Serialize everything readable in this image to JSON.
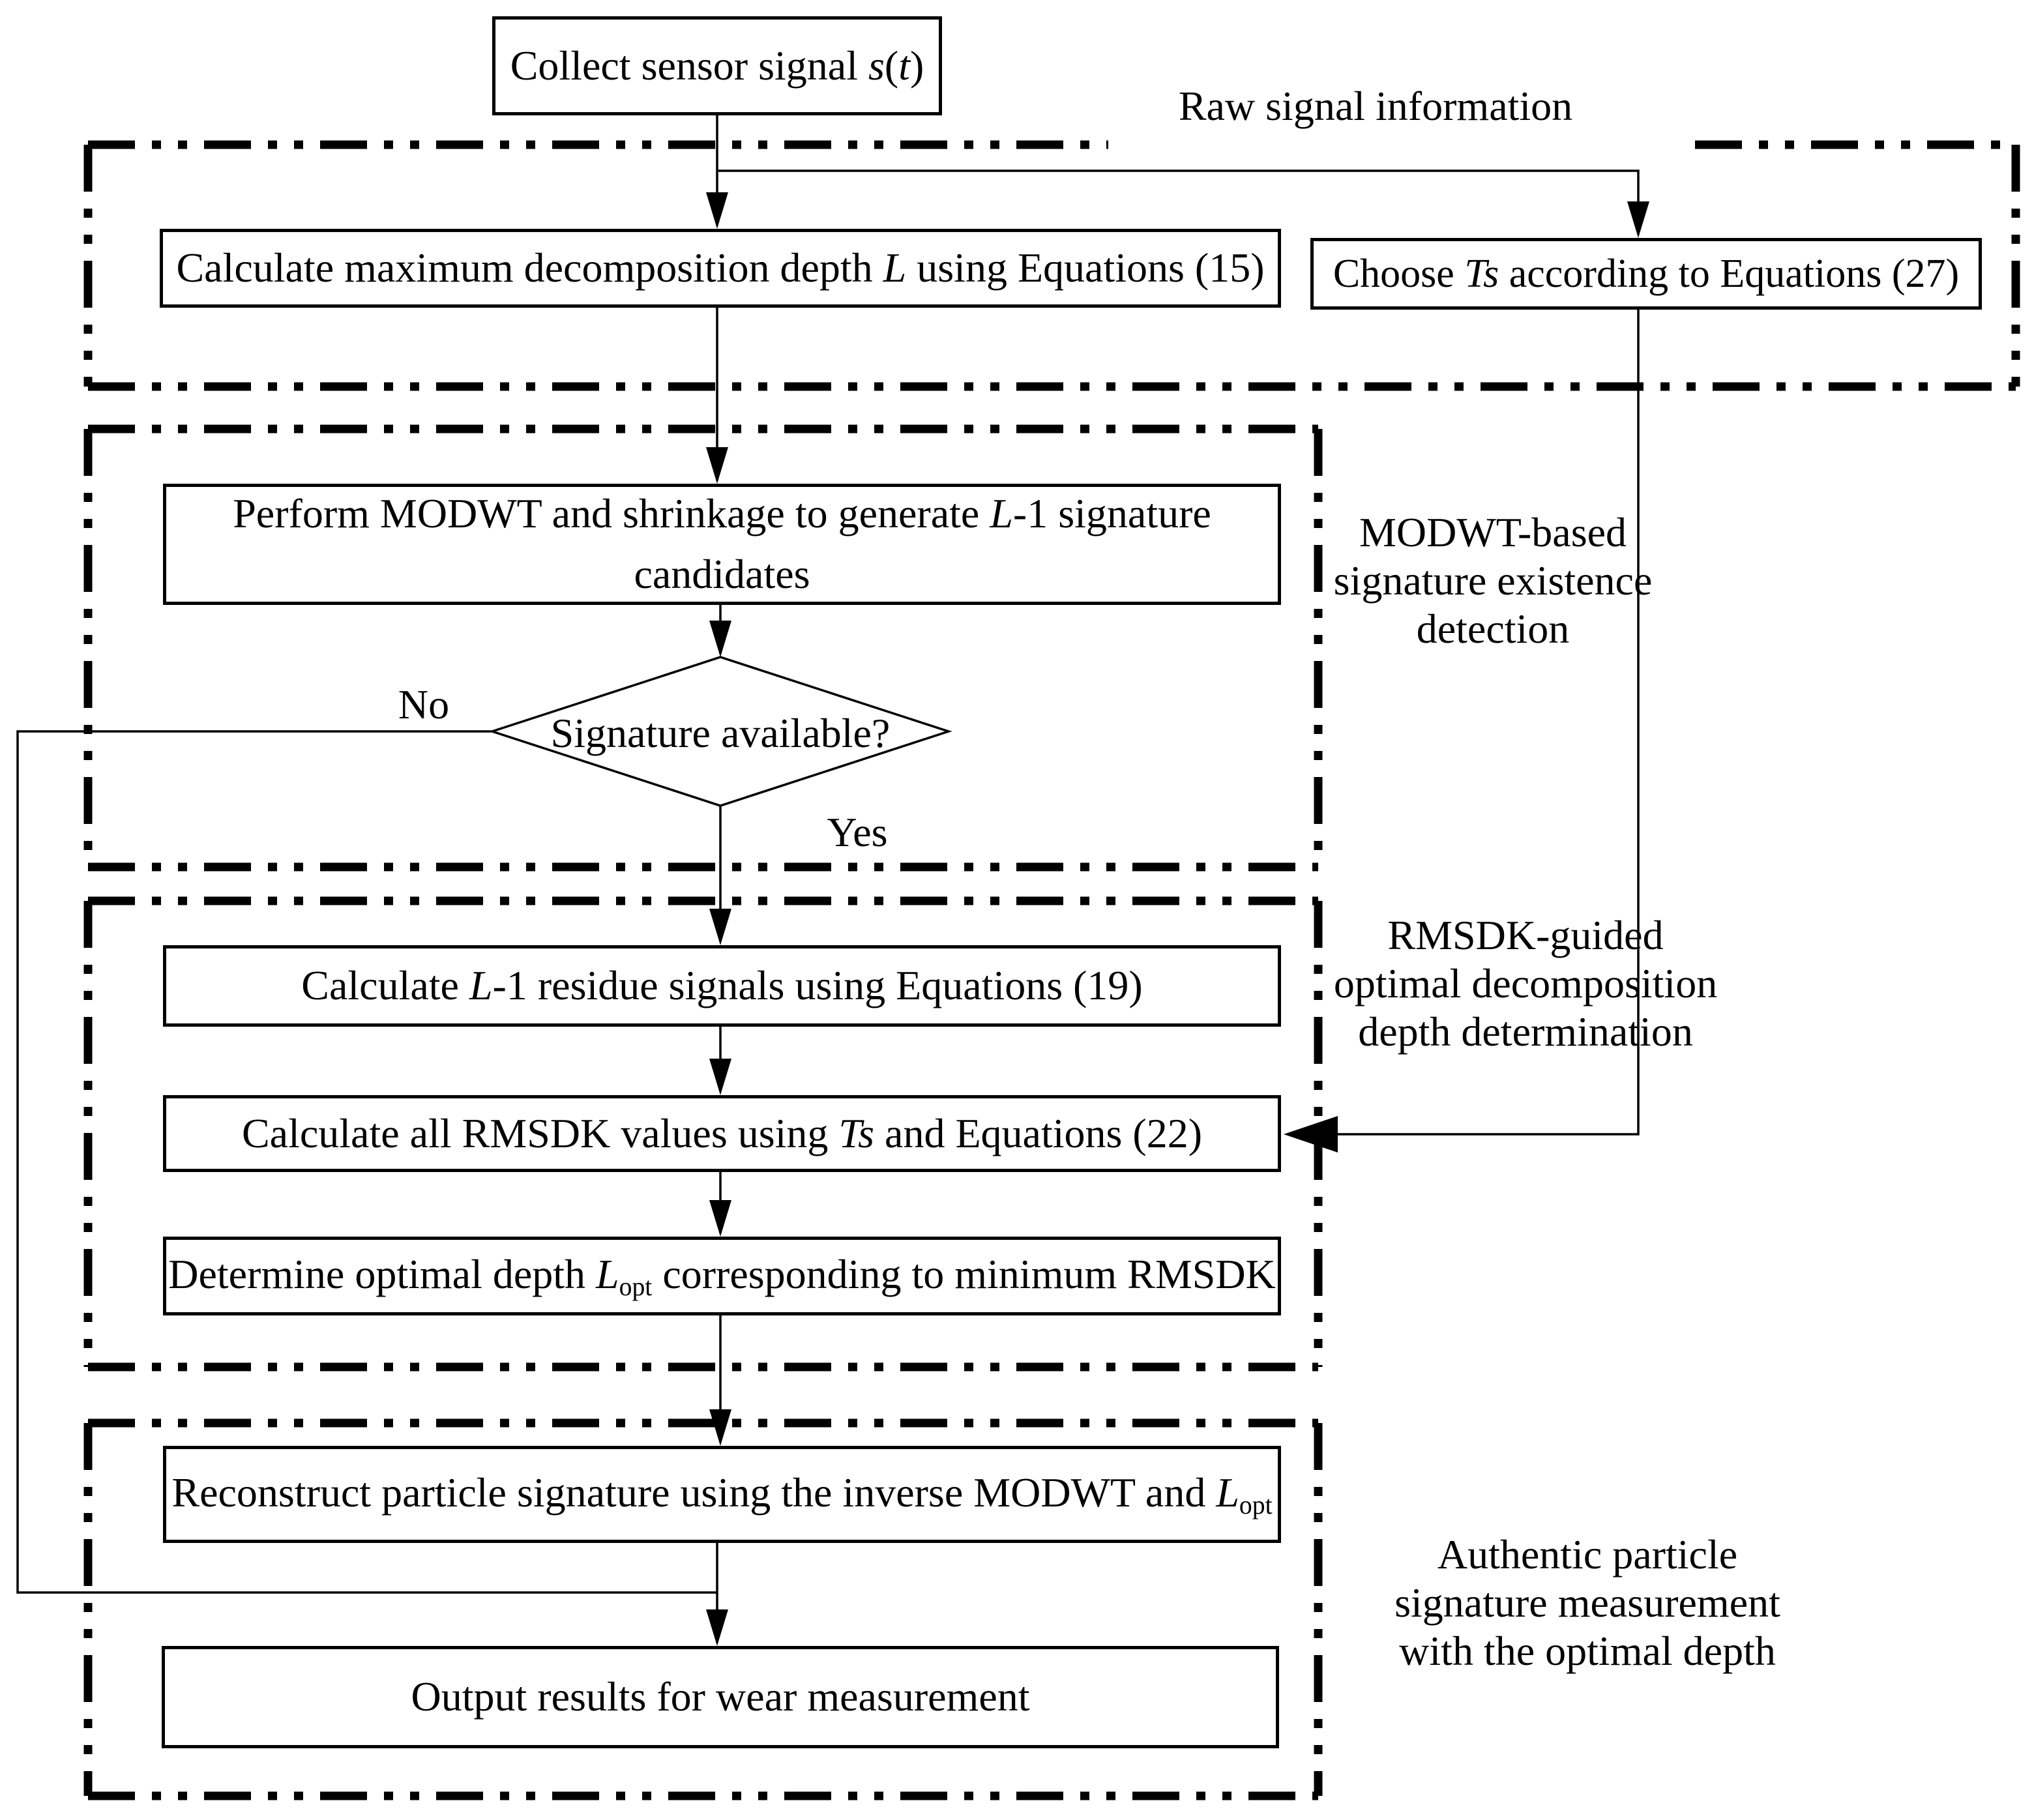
{
  "diagram": {
    "title_hint": "Wavelet wear-particle signature measurement flowchart",
    "colors": {
      "line": "#000000",
      "box_fill": "#ffffff",
      "text": "#000000",
      "background": "#ffffff"
    },
    "nodes": {
      "collect": {
        "parts": [
          {
            "t": "Collect sensor signal "
          },
          {
            "t": "s",
            "i": true
          },
          {
            "t": "("
          },
          {
            "t": "t",
            "i": true
          },
          {
            "t": ")"
          }
        ]
      },
      "calc_depth": {
        "parts": [
          {
            "t": "Calculate maximum decomposition depth  "
          },
          {
            "t": "L",
            "i": true
          },
          {
            "t": " using Equations (15)"
          }
        ]
      },
      "choose_ts": {
        "parts": [
          {
            "t": "Choose "
          },
          {
            "t": "Ts",
            "i": true
          },
          {
            "t": " according to Equations (27)"
          }
        ]
      },
      "modwt": {
        "line1_parts": [
          {
            "t": "Perform MODWT and shrinkage to generate  "
          },
          {
            "t": "L",
            "i": true
          },
          {
            "t": "-1 signature"
          }
        ],
        "line2": "candidates"
      },
      "decision": {
        "label": "Signature available?"
      },
      "residue": {
        "parts": [
          {
            "t": "Calculate "
          },
          {
            "t": "L",
            "i": true
          },
          {
            "t": "-1 residue signals using Equations (19)"
          }
        ]
      },
      "rmsdk_values": {
        "parts": [
          {
            "t": "Calculate all RMSDK values  using  "
          },
          {
            "t": "Ts",
            "i": true
          },
          {
            "t": " and Equations  (22)"
          }
        ]
      },
      "determine_depth": {
        "parts": [
          {
            "t": "Determine optimal depth "
          },
          {
            "t": "L",
            "i": true
          },
          {
            "t": "opt",
            "sub": true
          },
          {
            "t": " corresponding to minimum RMSDK"
          }
        ]
      },
      "reconstruct": {
        "parts": [
          {
            "t": "Reconstruct particle signature using the inverse MODWT and "
          },
          {
            "t": "L",
            "i": true
          },
          {
            "t": "opt",
            "sub": true
          }
        ]
      },
      "output": {
        "label": "Output results for wear measurement"
      }
    },
    "branch_labels": {
      "no": "No",
      "yes": "Yes"
    },
    "region_labels": {
      "raw": {
        "lines": [
          "Raw signal information"
        ]
      },
      "modwt_detection": {
        "lines": [
          "MODWT-based",
          "signature existence",
          "detection"
        ]
      },
      "rmsdk_determination": {
        "lines": [
          "RMSDK-guided",
          "optimal decomposition",
          "depth determination"
        ]
      },
      "authentic": {
        "lines": [
          "Authentic particle",
          "signature measurement",
          "with the optimal depth"
        ]
      }
    }
  }
}
